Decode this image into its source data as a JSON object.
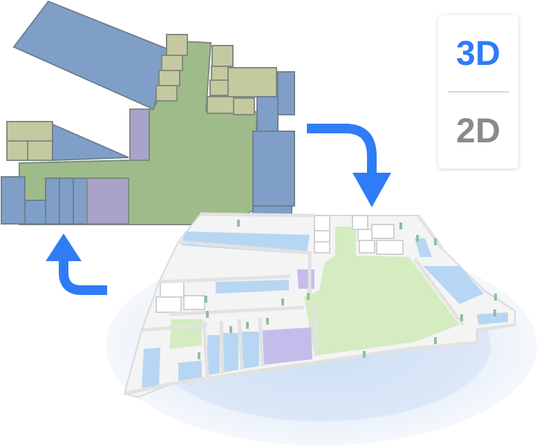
{
  "view_toggle": {
    "options": [
      {
        "label": "3D",
        "active": true
      },
      {
        "label": "2D",
        "active": false
      }
    ],
    "active_color": "#2f7cf6",
    "inactive_color": "#8a8a8a"
  },
  "arrows": {
    "color": "#2f7cf6",
    "items": [
      {
        "from": "2d-floorplan",
        "to": "3d-floorplan"
      },
      {
        "from": "3d-floorplan",
        "to": "2d-floorplan"
      }
    ]
  },
  "colors": {
    "room_green_2d": "#9fbb8a",
    "room_blue_2d": "#7f9fc8",
    "room_olive_2d": "#c5c9a0",
    "room_purple_2d": "#a9a3c9",
    "room_green_3d": "#d4ecc0",
    "room_blue_3d": "#b7d6f3",
    "room_purple_3d": "#c4bdec",
    "wall_3d": "#f7f7f7",
    "ellipse": "#d5e3f5"
  }
}
